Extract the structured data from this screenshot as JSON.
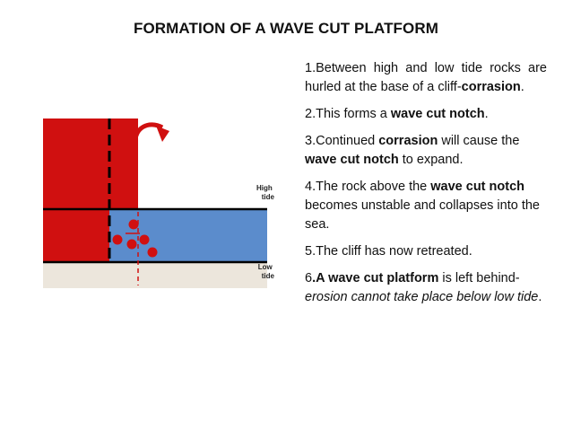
{
  "title": "FORMATION OF A WAVE CUT PLATFORM",
  "diagram": {
    "high_tide_label": [
      "High",
      "tide"
    ],
    "low_tide_label": [
      "Low",
      "tide"
    ],
    "colors": {
      "cliff": "#d01010",
      "sea": "#5b8ccc",
      "ground": "#ece6dc",
      "line": "#000000",
      "rocks": "#d01010"
    }
  },
  "steps": [
    {
      "parts": [
        {
          "text": "1.Between high and low tide rocks are hurled at the base of a cliff-"
        },
        {
          "text": "corrasion",
          "style": "b"
        },
        {
          "text": "."
        }
      ]
    },
    {
      "parts": [
        {
          "text": "2.This forms a "
        },
        {
          "text": "wave cut notch",
          "style": "b"
        },
        {
          "text": "."
        }
      ]
    },
    {
      "parts": [
        {
          "text": "3.Continued "
        },
        {
          "text": "corrasion",
          "style": "b"
        },
        {
          "text": " will cause the "
        },
        {
          "text": "wave cut notch",
          "style": "b"
        },
        {
          "text": " to expand."
        }
      ]
    },
    {
      "parts": [
        {
          "text": "4.The rock above the "
        },
        {
          "text": "wave cut notch",
          "style": "b"
        },
        {
          "text": " becomes unstable and collapses into the sea."
        }
      ]
    },
    {
      "parts": [
        {
          "text": "5.The cliff has now retreated."
        }
      ]
    },
    {
      "parts": [
        {
          "text": "6"
        },
        {
          "text": ".A wave cut platform",
          "style": "b"
        },
        {
          "text": " is left behind-"
        },
        {
          "text": "erosion cannot take place below low tide",
          "style": "i"
        },
        {
          "text": "."
        }
      ]
    }
  ]
}
